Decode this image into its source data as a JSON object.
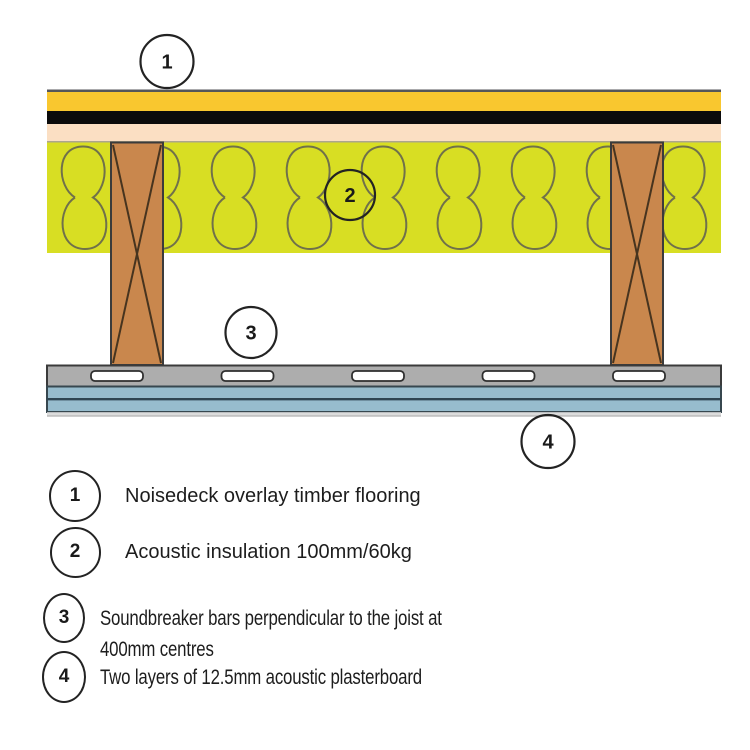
{
  "diagram": {
    "callouts": [
      {
        "number": "1"
      },
      {
        "number": "2"
      },
      {
        "number": "3"
      },
      {
        "number": "4"
      }
    ]
  },
  "legend": {
    "items": [
      {
        "number": "1",
        "label": "Noisedeck overlay timber flooring"
      },
      {
        "number": "2",
        "label": "Acoustic insulation 100mm/60kg"
      },
      {
        "number": "3",
        "label": "Soundbreaker bars perpendicular to the joist at 400mm centres"
      },
      {
        "number": "4",
        "label": "Two layers of 12.5mm acoustic plasterboard"
      }
    ]
  },
  "colors": {
    "top_edge_line": "#55565A",
    "flooring_board": "#F9C72F",
    "flooring_membrane": "#0B0B0B",
    "flooring_deck": "#FBDFC3",
    "deck_bottom_line": "#ADA58E",
    "insulation_fill": "#D8DE23",
    "insulation_line": "#70714A",
    "joist_fill": "#C9874D",
    "joist_outline": "#3B3B3B",
    "joist_brace": "#47341F",
    "bar_channel_fill": "#ADADAD",
    "bar_channel_outline": "#3B3B3B",
    "bar_slot_fill": "#FFFFFF",
    "bar_slot_outline": "#2F2F2F",
    "plasterboard_fill": "#97BCCD",
    "plasterboard_outline": "#37474F",
    "plasterboard_divider": "#2F4552",
    "skim_strip": "#DCDCDC",
    "callout_stroke": "#232323",
    "text_color": "#1d1d1d"
  }
}
